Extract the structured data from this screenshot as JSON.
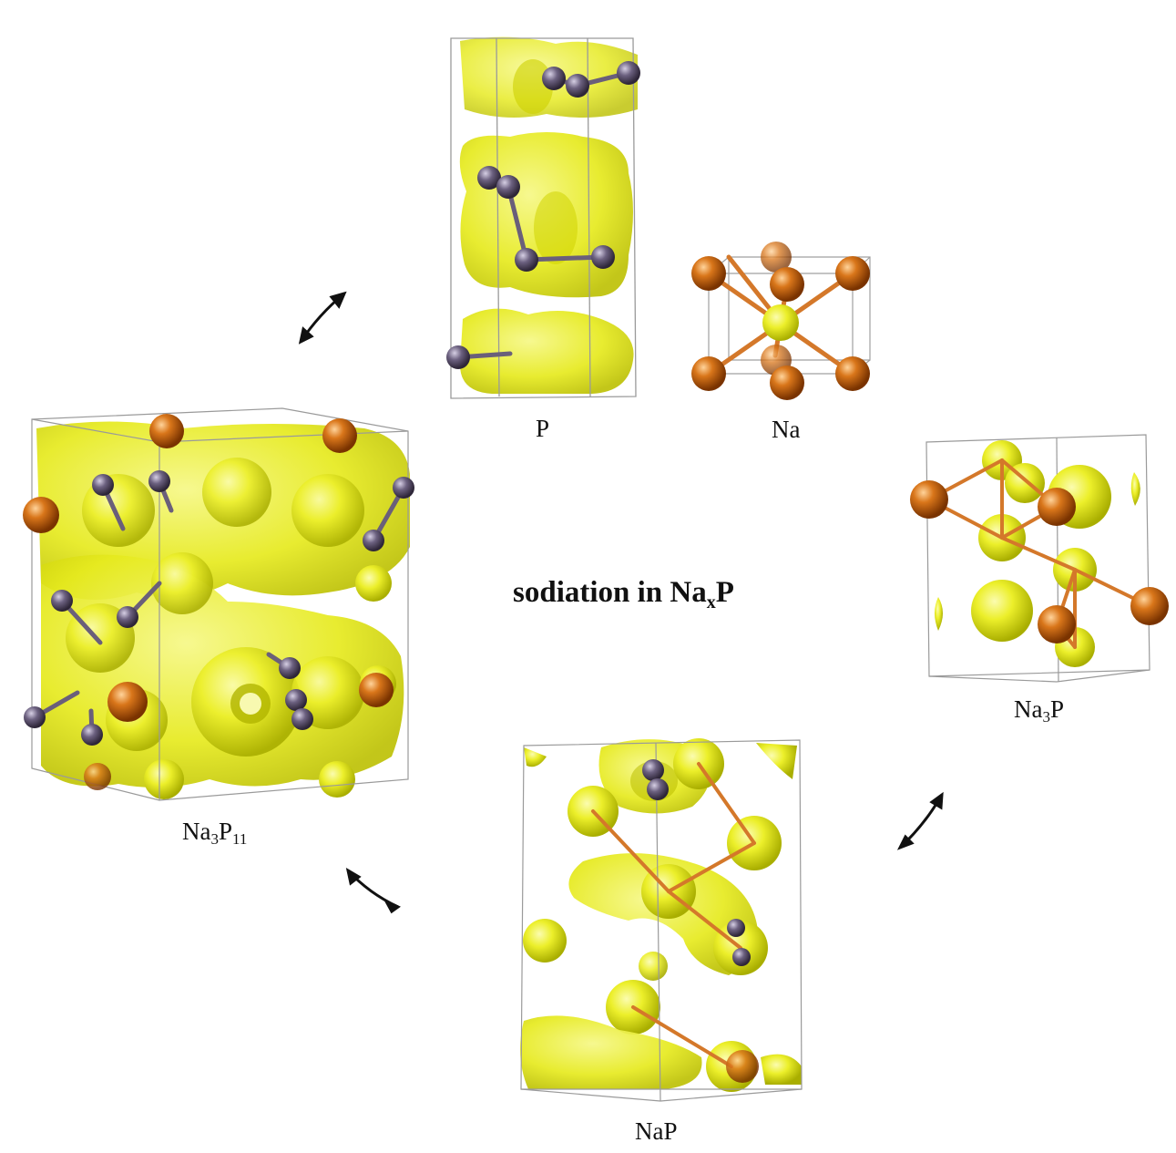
{
  "title": {
    "main": "sodiation in Na",
    "sub": "x",
    "tail": "P"
  },
  "structures": [
    {
      "id": "P",
      "label_parts": [
        {
          "t": "P"
        }
      ]
    },
    {
      "id": "Na",
      "label_parts": [
        {
          "t": "Na"
        }
      ]
    },
    {
      "id": "Na3P",
      "label_parts": [
        {
          "t": "Na"
        },
        {
          "s": "3"
        },
        {
          "t": "P"
        }
      ]
    },
    {
      "id": "NaP",
      "label_parts": [
        {
          "t": "NaP"
        }
      ]
    },
    {
      "id": "Na3P11",
      "label_parts": [
        {
          "t": "Na"
        },
        {
          "s": "3"
        },
        {
          "t": "P"
        },
        {
          "s": "11"
        }
      ]
    }
  ],
  "colors": {
    "isosurface": "#e8ec1c",
    "isosurface_dark": "#b8bc00",
    "phosphorus_atom": "#6a5f7a",
    "sodium_atom": "#c8660c",
    "bond_na": "#d4782a",
    "cell_edge": "#9a9a9a",
    "arrow": "#111111"
  },
  "arrows": [
    {
      "id": "arrow-p-to-na3p11",
      "icon": "double-arrow-icon"
    },
    {
      "id": "arrow-na3p11-to-nap",
      "icon": "double-arrow-icon"
    },
    {
      "id": "arrow-nap-to-na3p",
      "icon": "double-arrow-icon"
    }
  ]
}
